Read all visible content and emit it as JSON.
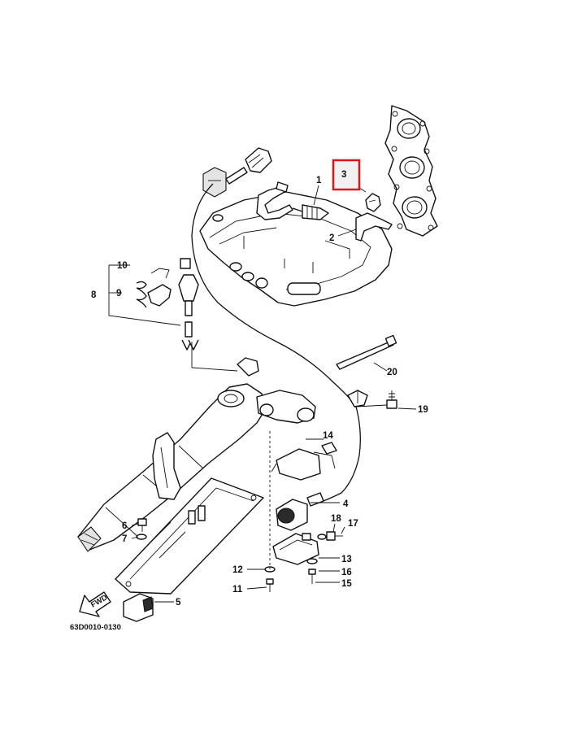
{
  "diagram": {
    "drawing_code": "63D0010-0130",
    "fwd_label": "FWD",
    "highlight_color": "#e0141c",
    "highlighted_part": "3",
    "callouts": {
      "p1": "1",
      "p2": "2",
      "p3": "3",
      "p4": "4",
      "p5": "5",
      "p6": "6",
      "p7": "7",
      "p8": "8",
      "p9": "9",
      "p10": "10",
      "p11": "11",
      "p12": "12",
      "p13": "13",
      "p14": "14",
      "p15": "15",
      "p16": "16",
      "p17": "17",
      "p18": "18",
      "p19": "19",
      "p20": "20"
    }
  }
}
